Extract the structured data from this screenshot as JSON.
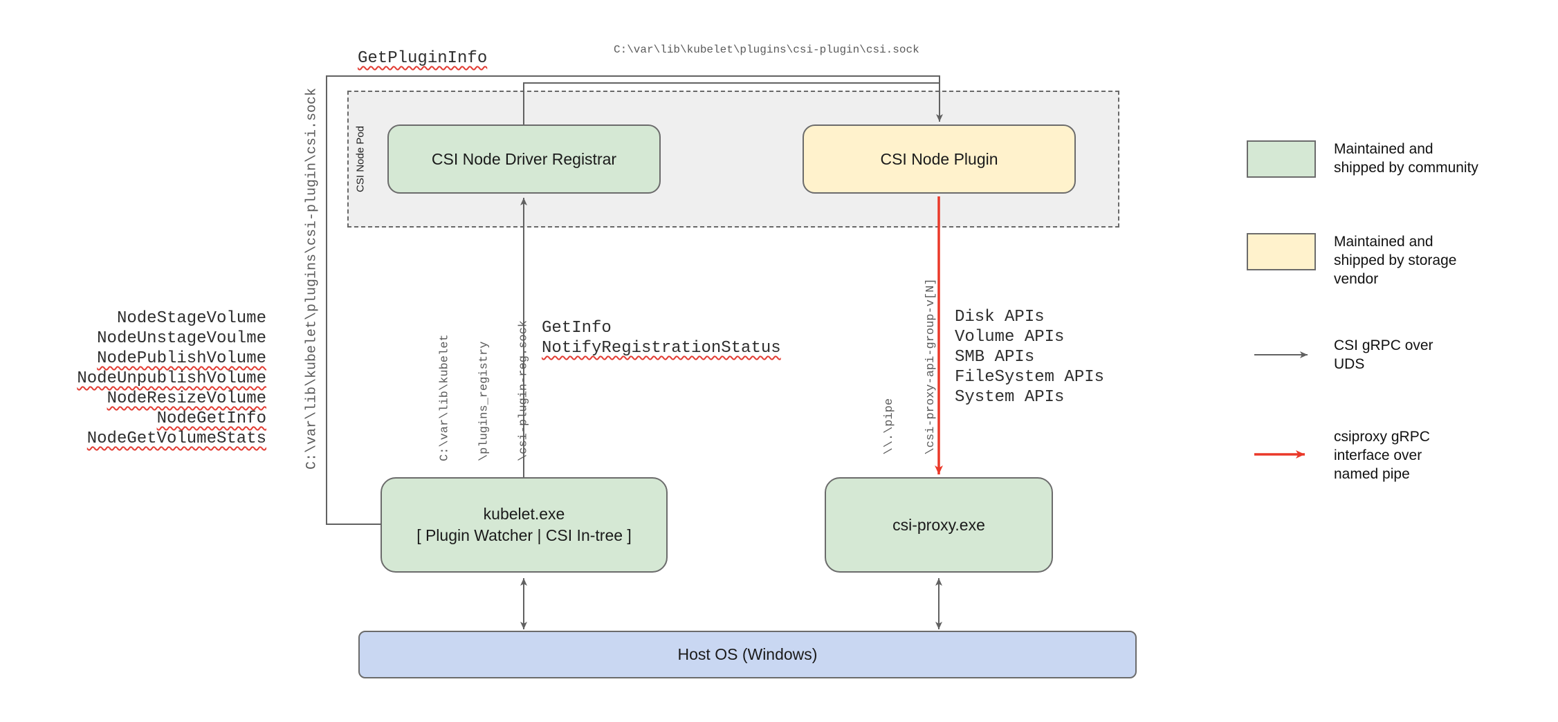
{
  "boxes": {
    "pod_label": "CSI Node Pod",
    "registrar": "CSI Node Driver Registrar",
    "plugin": "CSI Node Plugin",
    "kubelet_line1": "kubelet.exe",
    "kubelet_line2": "[ Plugin Watcher | CSI In-tree ]",
    "csi_proxy": "csi-proxy.exe",
    "host_os": "Host OS (Windows)"
  },
  "rpc_labels": {
    "get_plugin_info": "GetPluginInfo",
    "get_info": "GetInfo",
    "notify_registration_status": "NotifyRegistrationStatus"
  },
  "socket_paths": {
    "csi_sock_top": "C:\\var\\lib\\kubelet\\plugins\\csi-plugin\\csi.sock",
    "csi_sock_left": "C:\\var\\lib\\kubelet\\plugins\\csi-plugin\\csi.sock",
    "reg_sock_line1": "C:\\var\\lib\\kubelet",
    "reg_sock_line2": "\\plugins_registry",
    "reg_sock_line3": "\\csi-plugin-reg.sock",
    "pipe_line1": "\\\\.\\pipe",
    "pipe_line2": "\\csi-proxy-api-group-v[N]"
  },
  "node_rpcs": [
    {
      "label": "NodeStageVolume",
      "misspelled": false
    },
    {
      "label": "NodeUnstageVoulme",
      "misspelled": false
    },
    {
      "label": "NodePublishVolume",
      "misspelled": true
    },
    {
      "label": "NodeUnpublishVolume",
      "misspelled": true
    },
    {
      "label": "NodeResizeVolume",
      "misspelled": true
    },
    {
      "label": "NodeGetInfo",
      "misspelled": true
    },
    {
      "label": "NodeGetVolumeStats",
      "misspelled": true
    }
  ],
  "proxy_apis": [
    "Disk APIs",
    "Volume APIs",
    "SMB APIs",
    "FileSystem APIs",
    "System APIs"
  ],
  "legend": {
    "community_label": "Maintained and shipped by community",
    "vendor_label": "Maintained and shipped by storage vendor",
    "uds_label": "CSI gRPC over UDS",
    "pipe_label": "csiproxy gRPC interface over named pipe"
  },
  "colors": {
    "community_fill": "#d5e8d4",
    "vendor_fill": "#fff2cc",
    "host_fill": "#c9d7f2",
    "pod_fill": "#efefef",
    "uds_arrow": "#616161",
    "pipe_arrow": "#ea3829",
    "squiggle": "#e23b32"
  }
}
